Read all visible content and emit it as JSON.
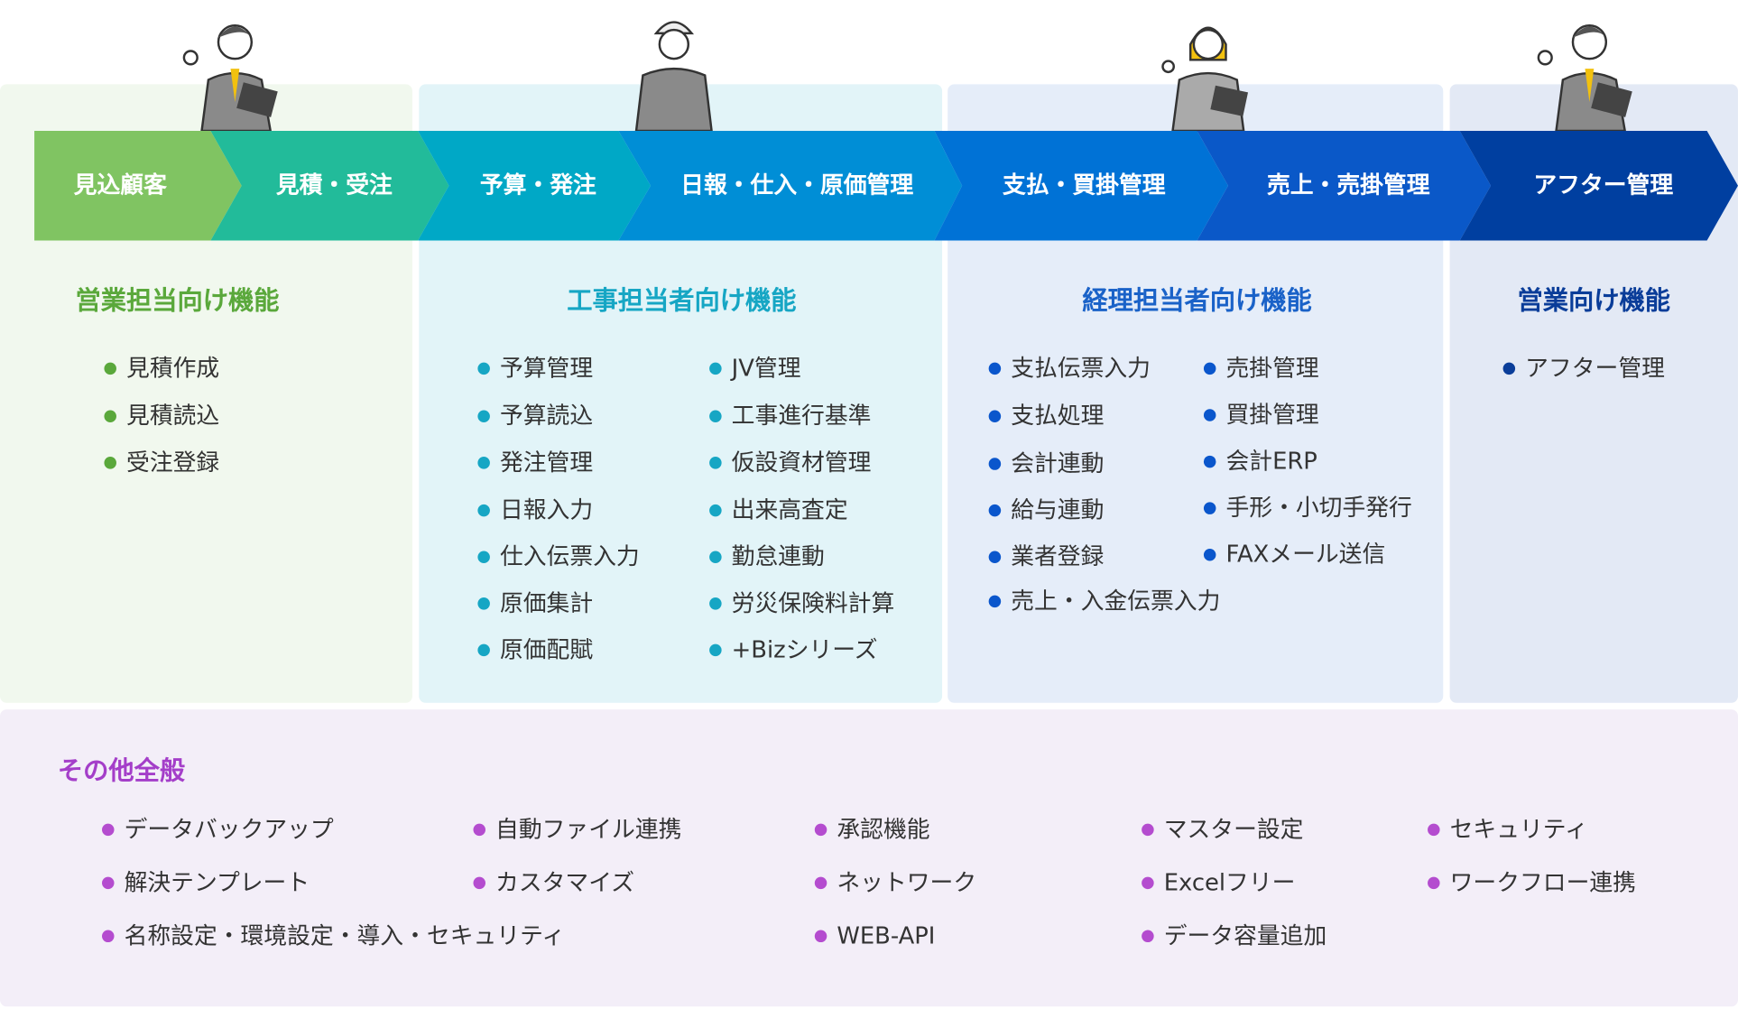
{
  "flow_steps": [
    {
      "label": "見込顧客",
      "color": "#80c462"
    },
    {
      "label": "見積・受注",
      "color": "#22bb9a"
    },
    {
      "label": "予算・発注",
      "color": "#00a8c6"
    },
    {
      "label": "日報・仕入・原価管理",
      "color": "#008ed6"
    },
    {
      "label": "支払・買掛管理",
      "color": "#0072d6"
    },
    {
      "label": "売上・売掛管理",
      "color": "#0a58c8"
    },
    {
      "label": "アフター管理",
      "color": "#003fa0"
    }
  ],
  "sections": {
    "sales": {
      "title": "営業担当向け機能",
      "color": "#5aa83b",
      "items": [
        "見積作成",
        "見積読込",
        "受注登録"
      ]
    },
    "construction": {
      "title": "工事担当者向け機能",
      "color": "#16a6c4",
      "col1": [
        "予算管理",
        "予算読込",
        "発注管理",
        "日報入力",
        "仕入伝票入力",
        "原価集計",
        "原価配賦"
      ],
      "col2": [
        "JV管理",
        "工事進行基準",
        "仮設資材管理",
        "出来高査定",
        "勤怠連動",
        "労災保険料計算",
        "+Bizシリーズ"
      ]
    },
    "accounting": {
      "title": "経理担当者向け機能",
      "color": "#1a62c8",
      "col1": [
        "支払伝票入力",
        "支払処理",
        "会計連動",
        "給与連動",
        "業者登録",
        "売上・入金伝票入力"
      ],
      "col2": [
        "売掛管理",
        "買掛管理",
        "会計ERP",
        "手形・小切手発行",
        "FAXメール送信"
      ]
    },
    "after": {
      "title": "営業向け機能",
      "color": "#0a3d99",
      "items": [
        "アフター管理"
      ]
    },
    "other": {
      "title": "その他全般",
      "color": "#a43ec9",
      "columns": [
        [
          "データバックアップ",
          "解決テンプレート",
          "名称設定・環境設定・導入・セキュリティ"
        ],
        [
          "自動ファイル連携",
          "カスタマイズ"
        ],
        [
          "承認機能",
          "ネットワーク",
          "WEB-API"
        ],
        [
          "マスター設定",
          "Excelフリー",
          "データ容量追加"
        ],
        [
          "セキュリティ",
          "ワークフロー連携"
        ]
      ]
    }
  }
}
